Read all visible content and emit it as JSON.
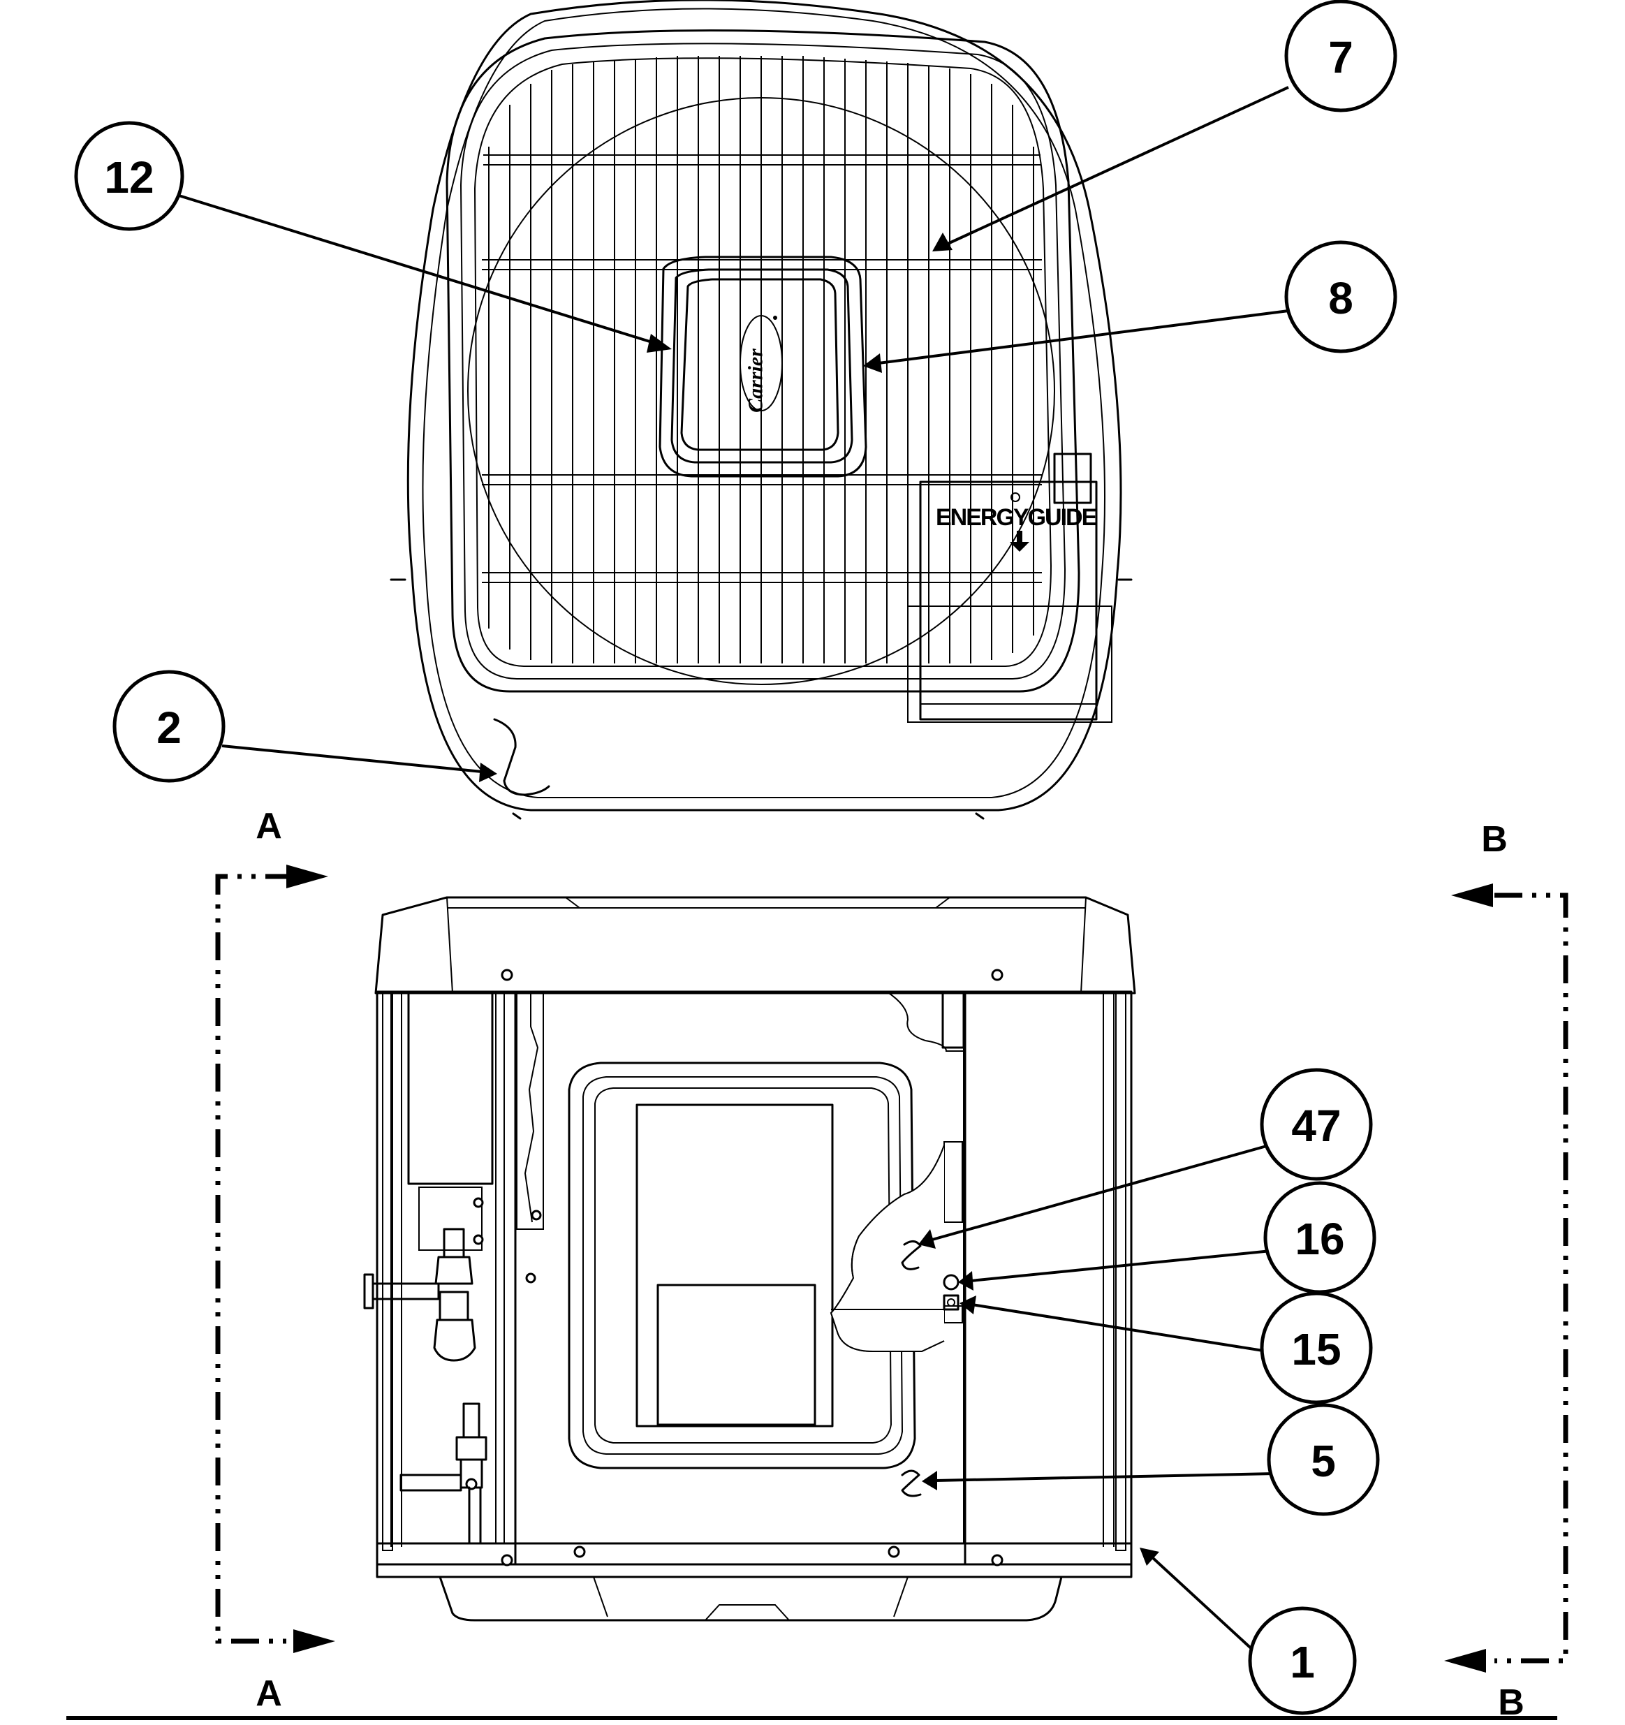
{
  "title": "",
  "callouts": [
    {
      "id": "c12",
      "label": "12"
    },
    {
      "id": "c7",
      "label": "7"
    },
    {
      "id": "c8",
      "label": "8"
    },
    {
      "id": "c2",
      "label": "2"
    },
    {
      "id": "c47",
      "label": "47"
    },
    {
      "id": "c16",
      "label": "16"
    },
    {
      "id": "c15",
      "label": "15"
    },
    {
      "id": "c5",
      "label": "5"
    },
    {
      "id": "c1",
      "label": "1"
    }
  ],
  "section_markers": {
    "a_top": "A",
    "a_bottom": "A",
    "b_top": "B",
    "b_bottom": "B"
  },
  "unit_labels": {
    "logo": "Carrier",
    "energy_guide": "ENERGYGUIDE"
  }
}
